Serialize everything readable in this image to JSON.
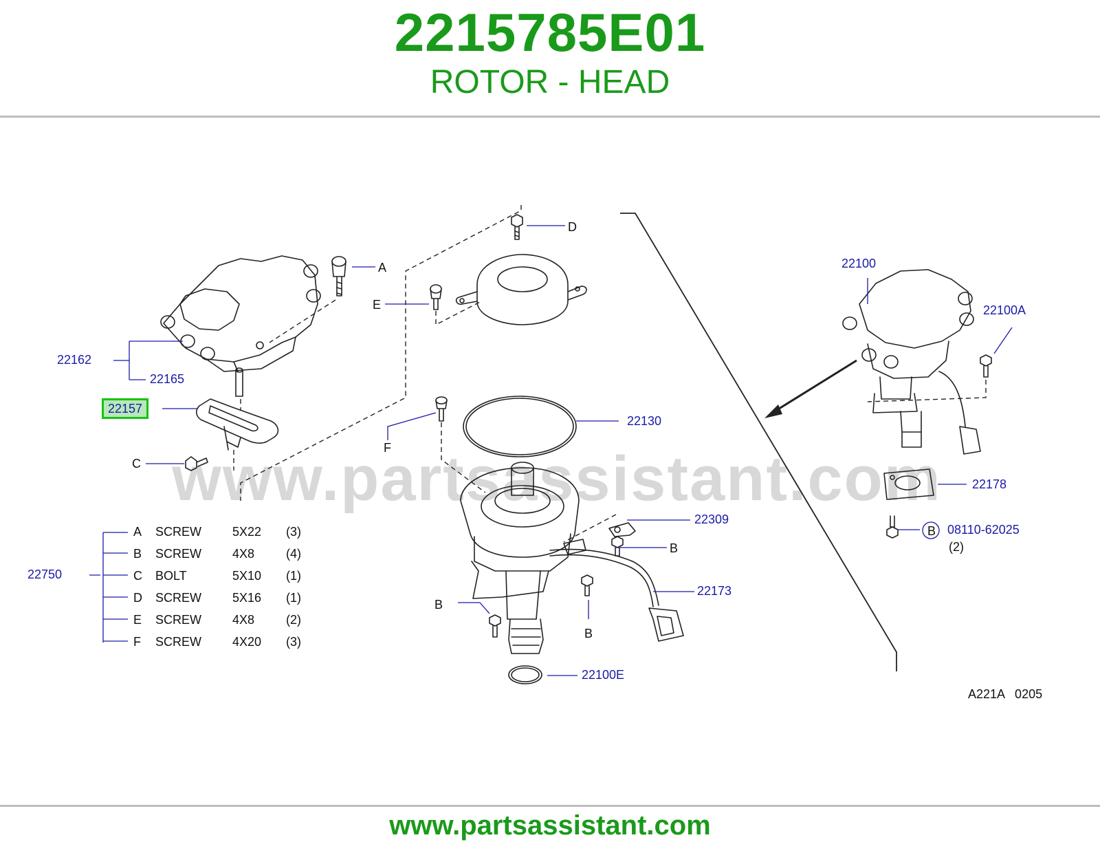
{
  "header": {
    "part_number": "2215785E01",
    "part_name": "ROTOR - HEAD"
  },
  "footer": {
    "site_link": "www.partsassistant.com"
  },
  "watermark": "www.partsassistant.com",
  "colors": {
    "title": "#1a9a1a",
    "callout": "#1a1aa8",
    "highlight_border": "#16c316",
    "highlight_fill": "#b8e8b8",
    "rule": "#bdbdbd"
  },
  "callouts": {
    "c22162": "22162",
    "c22165": "22165",
    "c22157": "22157",
    "c22130": "22130",
    "c22309": "22309",
    "c22173": "22173",
    "c22100E": "22100E",
    "c22750": "22750",
    "c22100": "22100",
    "c22100A": "22100A",
    "c22178": "22178",
    "c08110": "08110-62025"
  },
  "letters": {
    "A": "A",
    "B": "B",
    "C": "C",
    "D": "D",
    "E": "E",
    "F": "F",
    "qty2": "(2)"
  },
  "highlighted_part": "22157",
  "legend": [
    {
      "letter": "A",
      "name": "SCREW",
      "size": "5X22",
      "qty": "(3)"
    },
    {
      "letter": "B",
      "name": "SCREW",
      "size": "4X8",
      "qty": "(4)"
    },
    {
      "letter": "C",
      "name": "BOLT",
      "size": "5X10",
      "qty": "(1)"
    },
    {
      "letter": "D",
      "name": "SCREW",
      "size": "5X16",
      "qty": "(1)"
    },
    {
      "letter": "E",
      "name": "SCREW",
      "size": "4X8",
      "qty": "(2)"
    },
    {
      "letter": "F",
      "name": "SCREW",
      "size": "4X20",
      "qty": "(3)"
    }
  ],
  "drawing_code": "A221A   0205"
}
